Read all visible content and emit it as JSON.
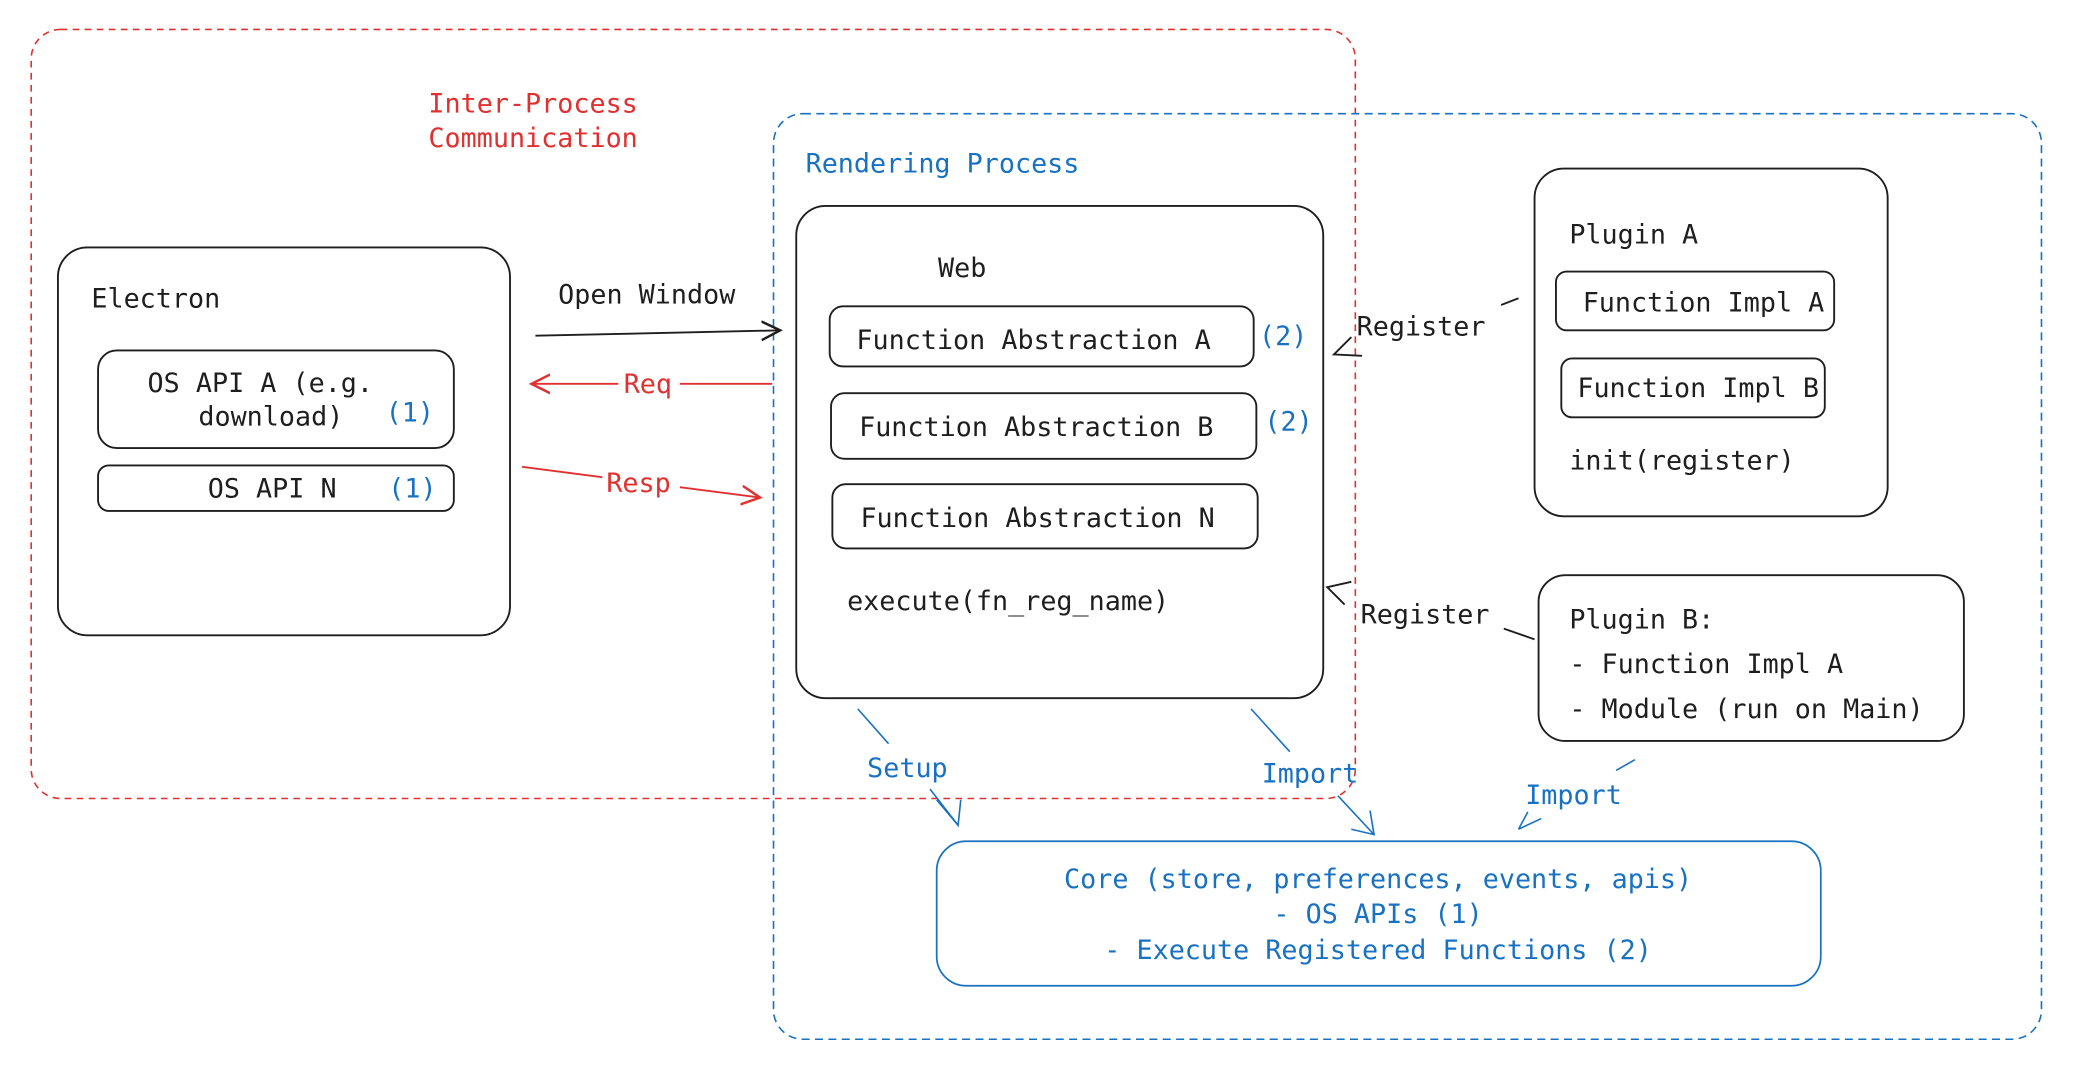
{
  "colors": {
    "ink": "#1e1e1e",
    "ipc": "#e03131",
    "renderer": "#1971c2"
  },
  "ipc": {
    "label_line1": "Inter-Process",
    "label_line2": "Communication"
  },
  "renderer": {
    "label": "Rendering Process"
  },
  "electron": {
    "title": "Electron",
    "api_a_line1": "OS API A (e.g.",
    "api_a_line2": "download)",
    "api_a_tag": "(1)",
    "api_n": "OS API N",
    "api_n_tag": "(1)"
  },
  "arrows": {
    "open_window": "Open Window",
    "req": "Req",
    "resp": "Resp",
    "register_a": "Register",
    "register_b": "Register",
    "setup": "Setup",
    "import_web": "Import",
    "import_plugin": "Import"
  },
  "web": {
    "title": "Web",
    "fn_a": "Function Abstraction A",
    "fn_a_tag": "(2)",
    "fn_b": "Function Abstraction B",
    "fn_b_tag": "(2)",
    "fn_n": "Function Abstraction N",
    "execute": "execute(fn_reg_name)"
  },
  "plugin_a": {
    "title": "Plugin A",
    "impl_a": "Function Impl A",
    "impl_b": "Function Impl B",
    "init": "init(register)"
  },
  "plugin_b": {
    "title": "Plugin B:",
    "line1": "- Function Impl A",
    "line2": "- Module (run on Main)"
  },
  "core": {
    "line1": "Core (store, preferences, events, apis)",
    "line2": "- OS APIs (1)",
    "line3": "- Execute Registered Functions (2)"
  }
}
